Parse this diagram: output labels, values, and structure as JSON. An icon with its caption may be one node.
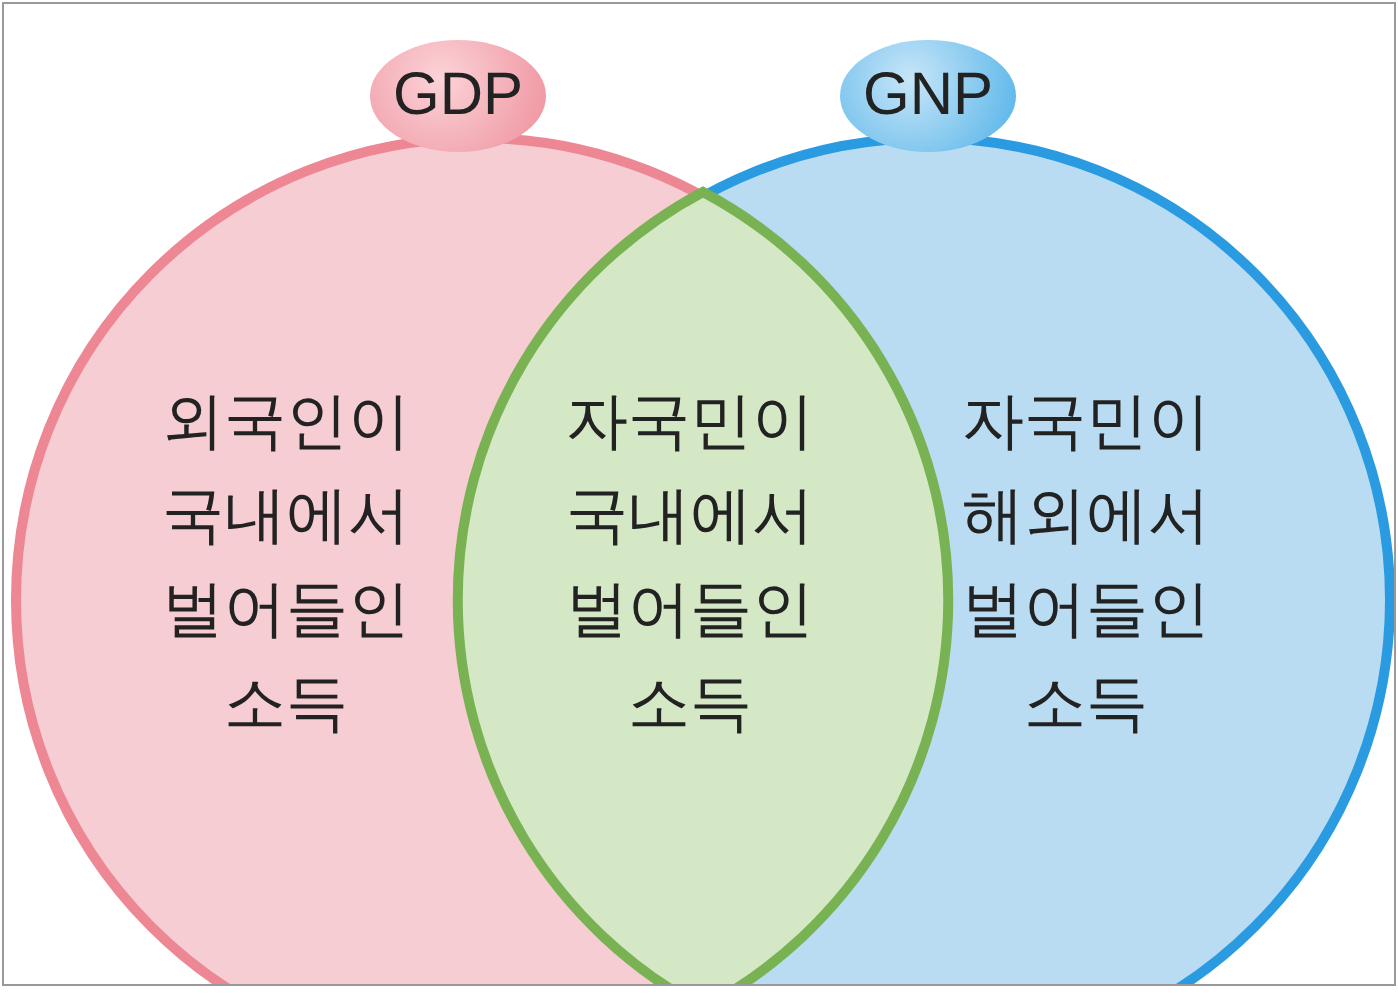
{
  "diagram": {
    "nodes": [
      {
        "text": [
          "GDP"
        ]
      },
      {
        "text": [
          "GNP"
        ]
      },
      {
        "text": [
          "외국인이 국내에서 벌어들인 소득"
        ]
      },
      {
        "text": [
          "자국민이 국내에서 벌어들인 소득"
        ]
      },
      {
        "text": [
          "자국민이 해외에서 벌어들인 소득"
        ]
      }
    ],
    "edges": []
  }
}
